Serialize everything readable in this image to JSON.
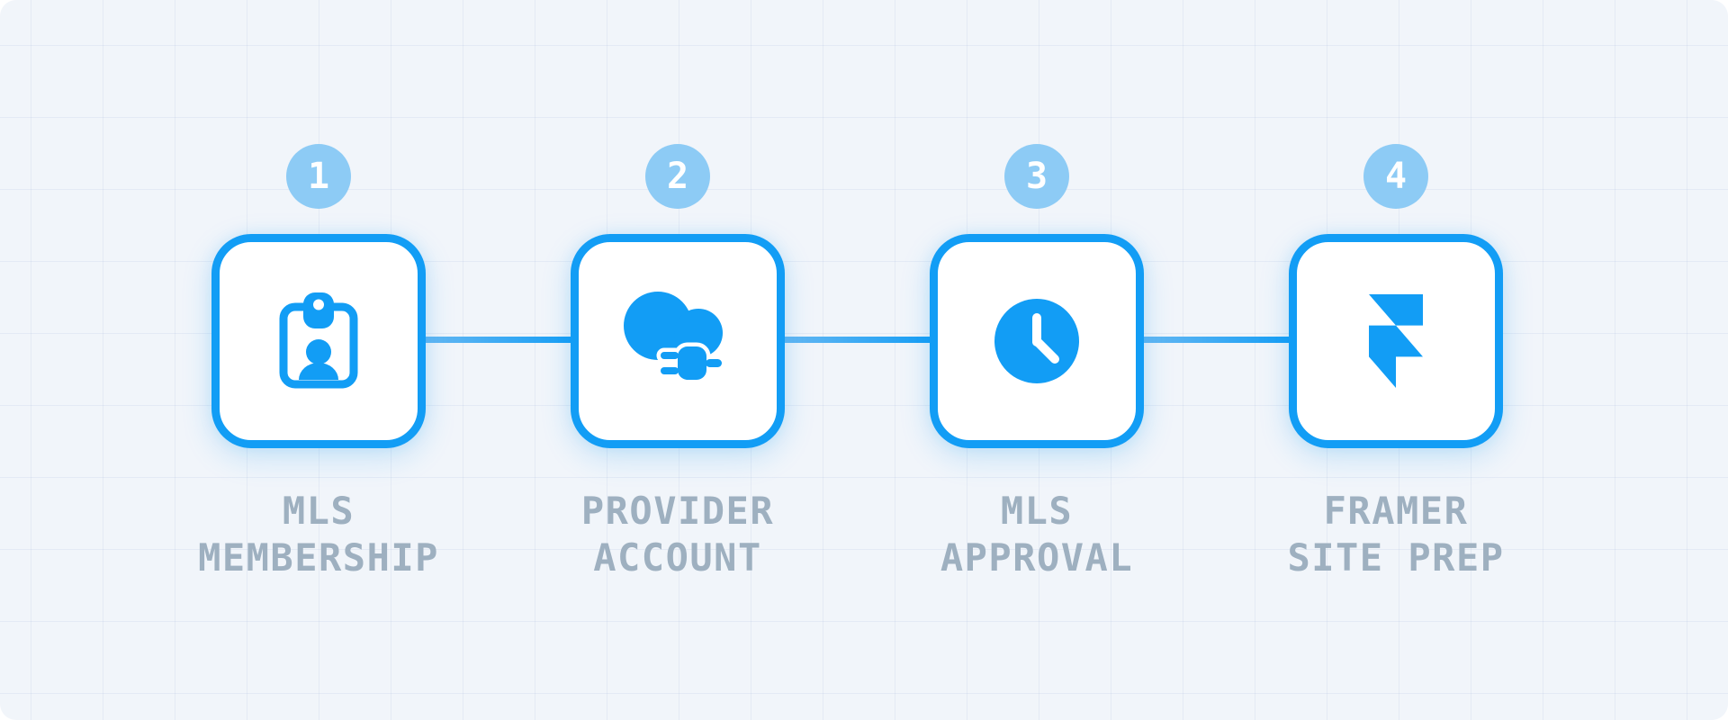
{
  "diagram": {
    "type": "process-flow",
    "step_count": 4,
    "steps": [
      {
        "number": "1",
        "label_line1": "MLS",
        "label_line2": "MEMBERSHIP",
        "icon": "id-badge-icon"
      },
      {
        "number": "2",
        "label_line1": "PROVIDER",
        "label_line2": "ACCOUNT",
        "icon": "cloud-plug-icon"
      },
      {
        "number": "3",
        "label_line1": "MLS",
        "label_line2": "APPROVAL",
        "icon": "clock-icon"
      },
      {
        "number": "4",
        "label_line1": "FRAMER",
        "label_line2": "SITE PREP",
        "icon": "framer-logo-icon"
      }
    ],
    "colors": {
      "primary_blue": "#129df5",
      "badge_blue": "#8dcbf5",
      "label_gray": "#9eb0c0",
      "background": "#f1f5fa",
      "box_background": "#ffffff"
    }
  }
}
